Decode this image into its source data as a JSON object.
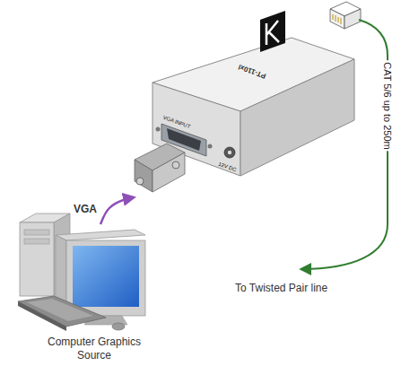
{
  "diagram": {
    "nodes": [
      {
        "text": [
          "Computer Graphics Source"
        ]
      },
      {
        "text": [
          "PT-110xl",
          "VGA INPUT",
          "12V DC"
        ]
      }
    ],
    "edges": [
      {
        "from": 0,
        "to": 1,
        "arrow": "to",
        "label": "VGA"
      }
    ],
    "labels": [
      "CAT 5/6 up to 250m",
      "To Twisted Pair line"
    ]
  }
}
